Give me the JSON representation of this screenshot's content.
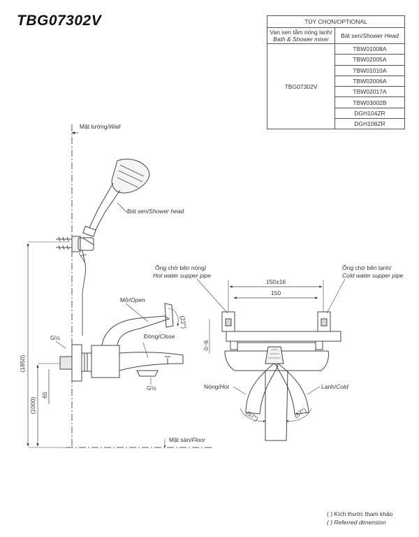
{
  "title": "TBG07302V",
  "options_table": {
    "header": "TÙY CHỌN/OPTIONAL",
    "col1_vi": "Van sen tắm nóng lạnh/",
    "col1_en": "Bath & Shower mixer",
    "col2_vi": "Bát sen/",
    "col2_en": "Shower Head",
    "model": "TBG07302V",
    "heads": [
      "TBW01008A",
      "TBW02005A",
      "TBW01010A",
      "TBW02006A",
      "TBW02017A",
      "TBW03002B",
      "DGH104ZR",
      "DGH108ZR"
    ]
  },
  "labels": {
    "wall_vi": "Mặt tường/",
    "wall_en": "Wall",
    "shower_head_vi": "Bát sen/",
    "shower_head_en": "Shower head",
    "open_vi": "Mở/",
    "open_en": "Open",
    "close_vi": "Đóng/",
    "close_en": "Close",
    "floor_vi": "Mặt sàn/",
    "floor_en": "Floor",
    "hot_pipe_vi": "Ống chờ bên nóng/",
    "hot_pipe_en": "Hot water supper pipe",
    "cold_pipe_vi": "Ống chờ bên lạnh/",
    "cold_pipe_en": "Cold water supper pipe",
    "hot_vi": "Nóng/",
    "hot_en": "Hot",
    "cold_vi": "Lạnh/",
    "cold_en": "Cold",
    "thread_left": "G½",
    "thread_bottom": "G½"
  },
  "dimensions": {
    "total_height": "(1850)",
    "mixer_height": "(1000)",
    "depth": "65",
    "pipe_spacing": "150±16",
    "spacing": "150",
    "offset": "0~6",
    "angle_open": "(22°)",
    "angle_left": "(57°)",
    "angle_right": "(57°)"
  },
  "legend": {
    "line1": "( ) Kích thước tham khảo",
    "line2": "( ) Referred dimension"
  }
}
